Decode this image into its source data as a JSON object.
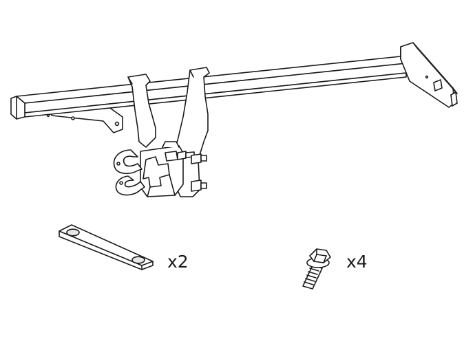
{
  "parts": {
    "tow_bar_assembly": {
      "icon": "tow-bar-assembly"
    },
    "mounting_plate": {
      "icon": "mounting-plate-icon",
      "quantity_label": "x2"
    },
    "flange_bolt": {
      "icon": "flange-bolt-icon",
      "quantity_label": "x4"
    }
  },
  "colors": {
    "line": "#1a1a1a",
    "fill": "#ffffff",
    "hole_fill": "#e8e8e8"
  }
}
